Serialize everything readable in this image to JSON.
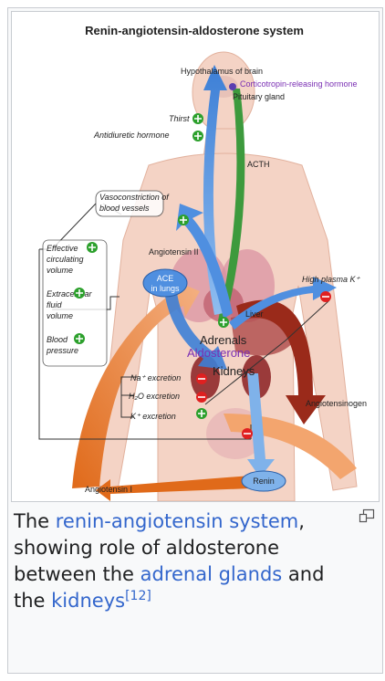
{
  "diagram": {
    "title": "Renin-angiotensin-aldosterone system",
    "labels": {
      "hypothalamus": "Hypothalamus of brain",
      "crh": "Corticotropin-releasing hormone",
      "pituitary": "Pituitary gland",
      "thirst": "Thirst",
      "adh": "Antidiuretic hormone",
      "acth": "ACTH",
      "vasoconstriction_1": "Vasoconstriction of",
      "vasoconstriction_2": "blood vessels",
      "angiotensin_ii": "Angiotensin II",
      "effective_1": "Effective",
      "effective_2": "circulating",
      "effective_3": "volume",
      "extracellular_1": "Extracellular",
      "extracellular_2": "fluid",
      "extracellular_3": "volume",
      "blood_1": "Blood",
      "blood_2": "pressure",
      "ace_1": "ACE",
      "ace_2": "in lungs",
      "high_k": "High plasma K⁺",
      "liver": "Liver",
      "adrenals": "Adrenals",
      "aldosterone": "Aldosterone",
      "kidneys": "Kidneys",
      "na": "Na⁺ excretion",
      "h2o": "H₂O excretion",
      "k": "K⁺ excretion",
      "angiotensinogen": "Angiotensinogen",
      "angiotensin_i": "Angiotensin I",
      "renin": "Renin"
    },
    "colors": {
      "blue_arrow": "#4f8fe0",
      "green_arrow": "#3d9a3d",
      "orange_arrow": "#e06a1a",
      "darkred_arrow": "#9a2a1a",
      "plus": "#2ca02c",
      "minus": "#e02020",
      "body_skin": "#f2c9b8",
      "aldosterone_text": "#7a2fb3"
    }
  },
  "caption": {
    "t1": "The ",
    "link1": "renin-angiotensin system",
    "t2": ", showing role of aldosterone between the ",
    "link2": "adrenal glands",
    "t3": " and the ",
    "link3": "kidneys",
    "ref": "[12]"
  },
  "icons": {
    "enlarge": "magnify-icon"
  }
}
